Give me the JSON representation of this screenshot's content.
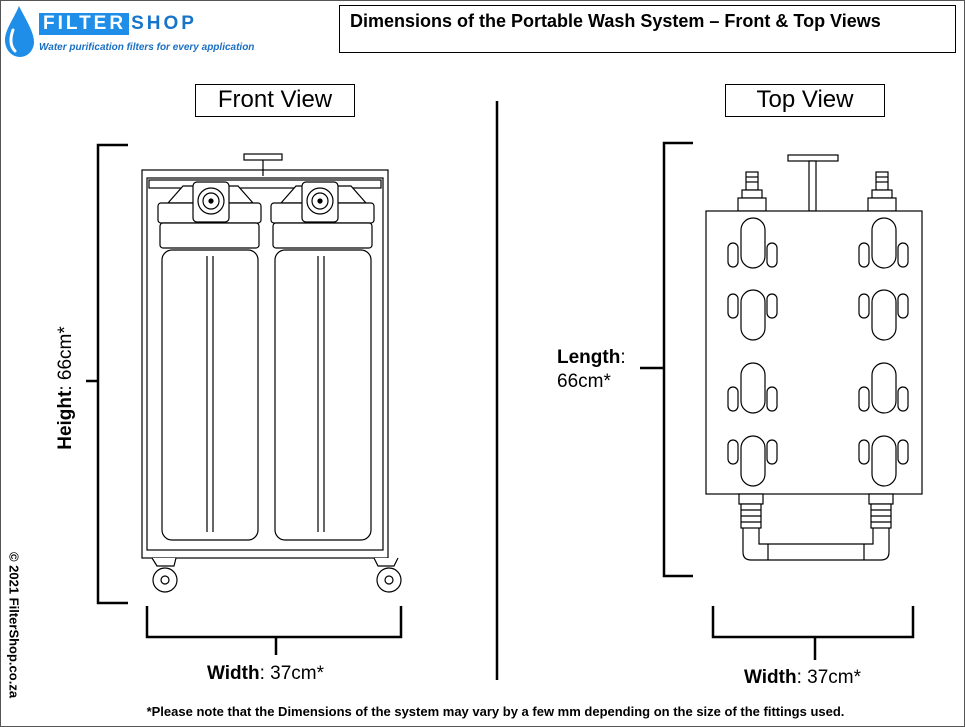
{
  "brand": {
    "name_part1": "FILTER",
    "name_part2": "SHOP",
    "tagline": "Water purification filters for every application",
    "logo_icon": "water-drop-icon",
    "colors": {
      "primary": "#1f8ee8",
      "secondary": "#1775c9"
    }
  },
  "title": "Dimensions of the Portable Wash System – Front & Top Views",
  "front_view": {
    "label": "Front View",
    "height_key": "Height",
    "height_value": ": 66cm*",
    "width_key": "Width",
    "width_value": ": 37cm*"
  },
  "top_view": {
    "label": "Top View",
    "length_key": "Length",
    "length_value_line1": ":",
    "length_value_line2": "66cm*",
    "width_key": "Width",
    "width_value": ": 37cm*"
  },
  "copyright": "© 2021 FilterShop.co.za",
  "note": "*Please note that the Dimensions of the system may  vary by a few mm  depending on the size of the fittings used."
}
